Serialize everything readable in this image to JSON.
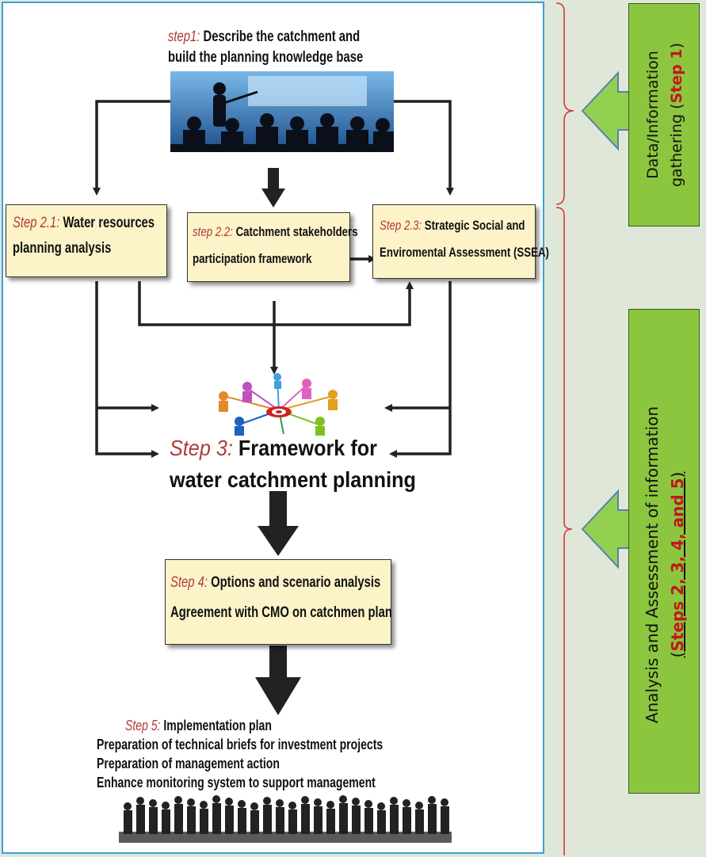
{
  "step1": {
    "prefix": "step1:",
    "line1": "Describe the catchment and",
    "line2": "build the planning knowledge base"
  },
  "step21": {
    "prefix": "Step 2.1:",
    "line1": "Water resources",
    "line2": "planning analysis"
  },
  "step22": {
    "prefix": "step 2.2:",
    "line1": "Catchment stakeholders",
    "line2": "participation framework"
  },
  "step23": {
    "prefix": "Step 2.3:",
    "line1": "Strategic Social and",
    "line2": "Enviromental Assessment (SSEA)"
  },
  "step3": {
    "prefix": "Step 3:",
    "line1": "Framework for",
    "line2": "water catchment  planning"
  },
  "step4": {
    "prefix": "Step 4:",
    "line1": "Options and scenario analysis",
    "line2": "Agreement with CMO on catchmen plan"
  },
  "step5": {
    "prefix": "Step 5:",
    "line1": "Implementation plan",
    "line2": "Preparation of technical briefs for investment projects",
    "line3": "Preparation of management action",
    "line4": "Enhance monitoring system to support management"
  },
  "side1": {
    "text": "Data/Information",
    "line2_prefix": "gathering (",
    "highlight": "Step 1",
    "suffix": ")"
  },
  "side2": {
    "text": "Analysis and Assessment of information",
    "line2_prefix": "(",
    "highlight": "Steps 2, 3, 4, and 5",
    "suffix": ")"
  },
  "colors": {
    "accent_green": "#8cc63f",
    "arrow_green": "#92d050",
    "step_red": "#b03a3a",
    "box_fill": "#fdf3c9",
    "border_blue": "#3d9fd6",
    "brace_red": "#d9383a"
  }
}
